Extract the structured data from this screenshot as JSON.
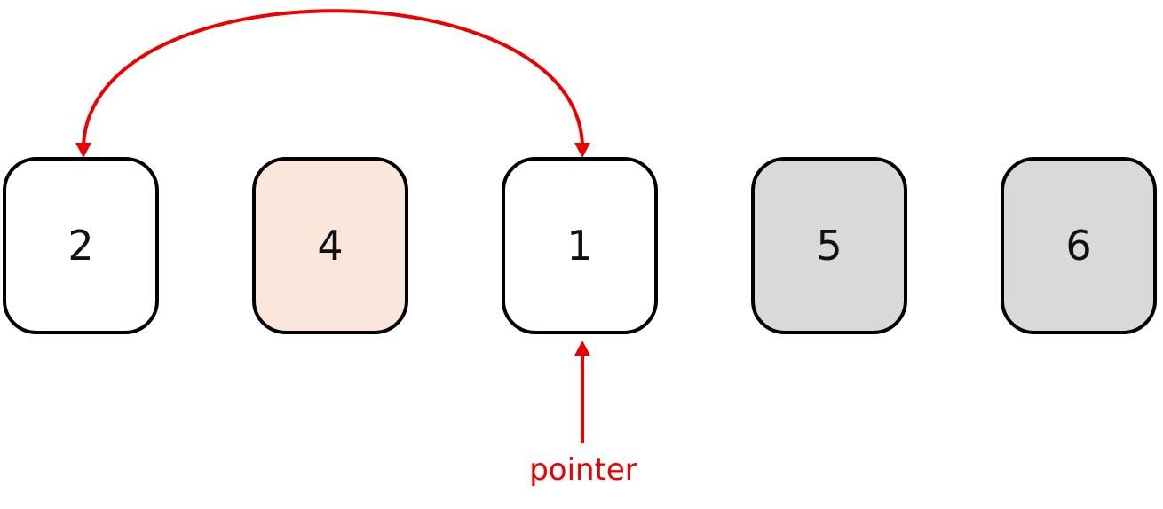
{
  "array": {
    "cells": [
      {
        "value": "2",
        "state": "default"
      },
      {
        "value": "4",
        "state": "highlight"
      },
      {
        "value": "1",
        "state": "default"
      },
      {
        "value": "5",
        "state": "sorted"
      },
      {
        "value": "6",
        "state": "sorted"
      }
    ]
  },
  "swap": {
    "from_index": 2,
    "to_index": 0
  },
  "pointer": {
    "label": "pointer",
    "index": 2
  },
  "colors": {
    "accent": "#ee0000",
    "border": "#000000",
    "cell_default": "#ffffff",
    "cell_highlight": "#fae6da",
    "cell_sorted": "#d9d9d9"
  }
}
